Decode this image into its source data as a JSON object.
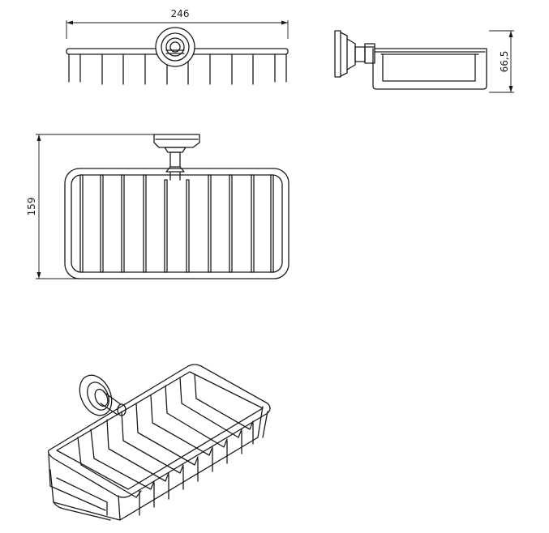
{
  "dimensions": {
    "width": "246",
    "height": "159",
    "depth": "66,5"
  }
}
